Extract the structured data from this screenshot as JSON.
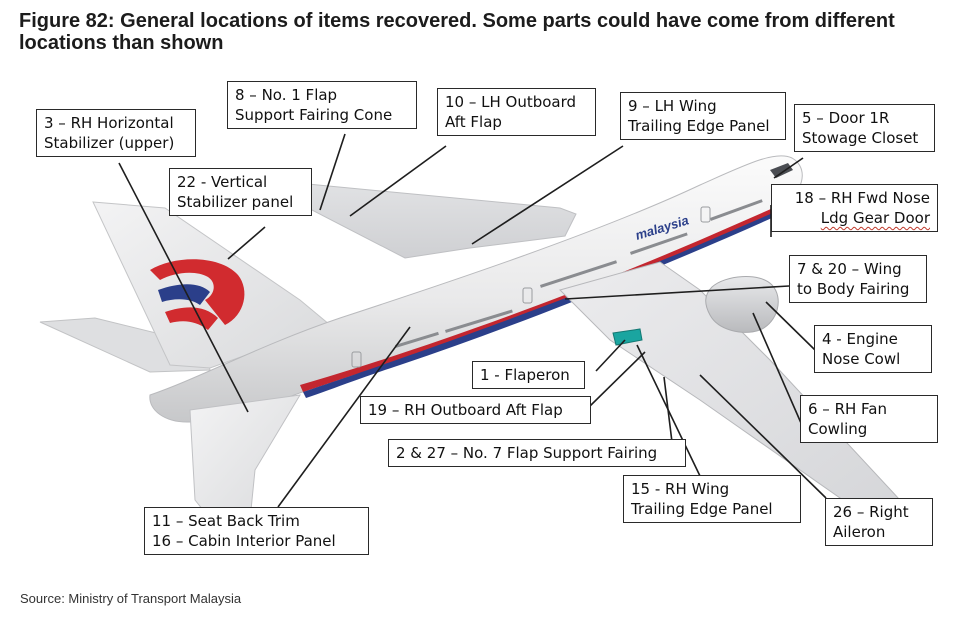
{
  "figure": {
    "title": "Figure 82: General locations of items recovered. Some parts could have come from different locations than shown",
    "source": "Source: Ministry of Transport Malaysia",
    "livery_text": "malaysia"
  },
  "labels": [
    {
      "id": "label-3",
      "lines": [
        "3 – RH Horizontal",
        "Stabilizer (upper)"
      ]
    },
    {
      "id": "label-8",
      "lines": [
        "8 – No. 1 Flap",
        "Support Fairing Cone"
      ]
    },
    {
      "id": "label-10",
      "lines": [
        "10 – LH Outboard",
        "Aft Flap"
      ]
    },
    {
      "id": "label-9",
      "lines": [
        "9 – LH Wing",
        "Trailing Edge Panel"
      ]
    },
    {
      "id": "label-5",
      "lines": [
        "5 – Door 1R",
        "Stowage Closet"
      ]
    },
    {
      "id": "label-22",
      "lines": [
        "22 - Vertical",
        "Stabilizer panel"
      ]
    },
    {
      "id": "label-18",
      "lines": [
        "18 – RH Fwd Nose",
        "Ldg Gear Door"
      ]
    },
    {
      "id": "label-7-20",
      "lines": [
        "7 & 20 – Wing",
        "to Body Fairing"
      ]
    },
    {
      "id": "label-4",
      "lines": [
        "4 - Engine",
        "Nose Cowl"
      ]
    },
    {
      "id": "label-1",
      "lines": [
        "1 - Flaperon"
      ]
    },
    {
      "id": "label-19",
      "lines": [
        "19 – RH Outboard Aft Flap"
      ]
    },
    {
      "id": "label-6",
      "lines": [
        "6 – RH Fan",
        "Cowling"
      ]
    },
    {
      "id": "label-2-27",
      "lines": [
        "2 & 27 – No. 7 Flap Support Fairing"
      ]
    },
    {
      "id": "label-15",
      "lines": [
        "15 - RH Wing",
        "Trailing Edge Panel"
      ]
    },
    {
      "id": "label-26",
      "lines": [
        "26 – Right",
        "Aileron"
      ]
    },
    {
      "id": "label-11-16",
      "lines": [
        "11 – Seat Back Trim",
        "16 – Cabin Interior Panel"
      ]
    }
  ]
}
